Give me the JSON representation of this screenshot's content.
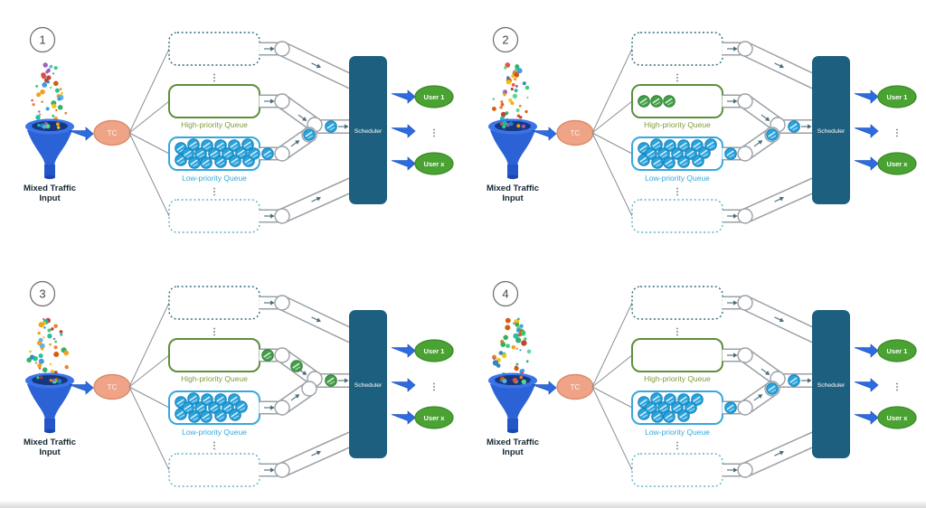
{
  "diagram_title": "traffic-shaping-stages",
  "shared": {
    "input_label_line1": "Mixed Traffic",
    "input_label_line2": "Input",
    "tc_label": "TC",
    "high_queue_label": "High-priority Queue",
    "low_queue_label": "Low-priority Queue",
    "scheduler_label": "Scheduler",
    "user1_label": "User 1",
    "userx_label": "User x",
    "ellipsis": "⋮"
  },
  "colors": {
    "arrow_fill": "#2d6be0",
    "arrow_stroke": "#1d50bd",
    "tc_fill": "#f0a487",
    "tc_stroke": "#d98a67",
    "tc_text": "#fdf2ec",
    "scheduler_fill": "#1d5f7e",
    "user_fill": "#4aa233",
    "user_stroke": "#3a8b26",
    "high_border": "#5d8f3c",
    "high_label": "#7f9c3d",
    "low_border": "#35a8e0",
    "low_label": "#3aa8d8",
    "dashed_top": "#2e6f78",
    "dashed_bottom": "#5fb4c9",
    "pipe_outline": "#9aa0a6",
    "fan_line": "#8a9096",
    "ball_blue": "#29a3dd",
    "ball_blue_stroke": "#147fb5",
    "ball_green": "#43a047",
    "ball_green_stroke": "#2e7d32",
    "funnel_body": "#2b63d6",
    "funnel_rim": "#3a74e8",
    "funnel_hole": "#16377f",
    "funnel_stem": "#2456c9",
    "text_dark": "#152630",
    "number_text": "#454545",
    "small_arrow": "#4a6b7a",
    "ellipsis_text": "#5a6a72",
    "dot_palette": [
      "#e74c3c",
      "#3498db",
      "#2ecc71",
      "#f39c12",
      "#9b59b6",
      "#1abc9c",
      "#e67e22",
      "#c0392b",
      "#27ae60",
      "#2980b9",
      "#f1c40f",
      "#d35400",
      "#5dade2",
      "#58d68d"
    ]
  },
  "panels": [
    {
      "number": "1",
      "high_queue_balls": 0,
      "high_exit_ball": false,
      "high_pipe_ball": false,
      "junction_ball": "blue",
      "merged_pipe_ball": "blue",
      "low_exit_ball": true,
      "low_queue_balls": 18
    },
    {
      "number": "2",
      "high_queue_balls": 3,
      "high_exit_ball": false,
      "high_pipe_ball": false,
      "junction_ball": "blue",
      "merged_pipe_ball": "blue",
      "low_exit_ball": true,
      "low_queue_balls": 16
    },
    {
      "number": "3",
      "high_queue_balls": 0,
      "high_exit_ball": true,
      "high_pipe_ball": true,
      "junction_ball": null,
      "merged_pipe_ball": "green",
      "low_exit_ball": false,
      "low_queue_balls": 15
    },
    {
      "number": "4",
      "high_queue_balls": 0,
      "high_exit_ball": false,
      "high_pipe_ball": false,
      "junction_ball": "blue",
      "merged_pipe_ball": "blue",
      "low_exit_ball": true,
      "low_queue_balls": 13
    }
  ]
}
